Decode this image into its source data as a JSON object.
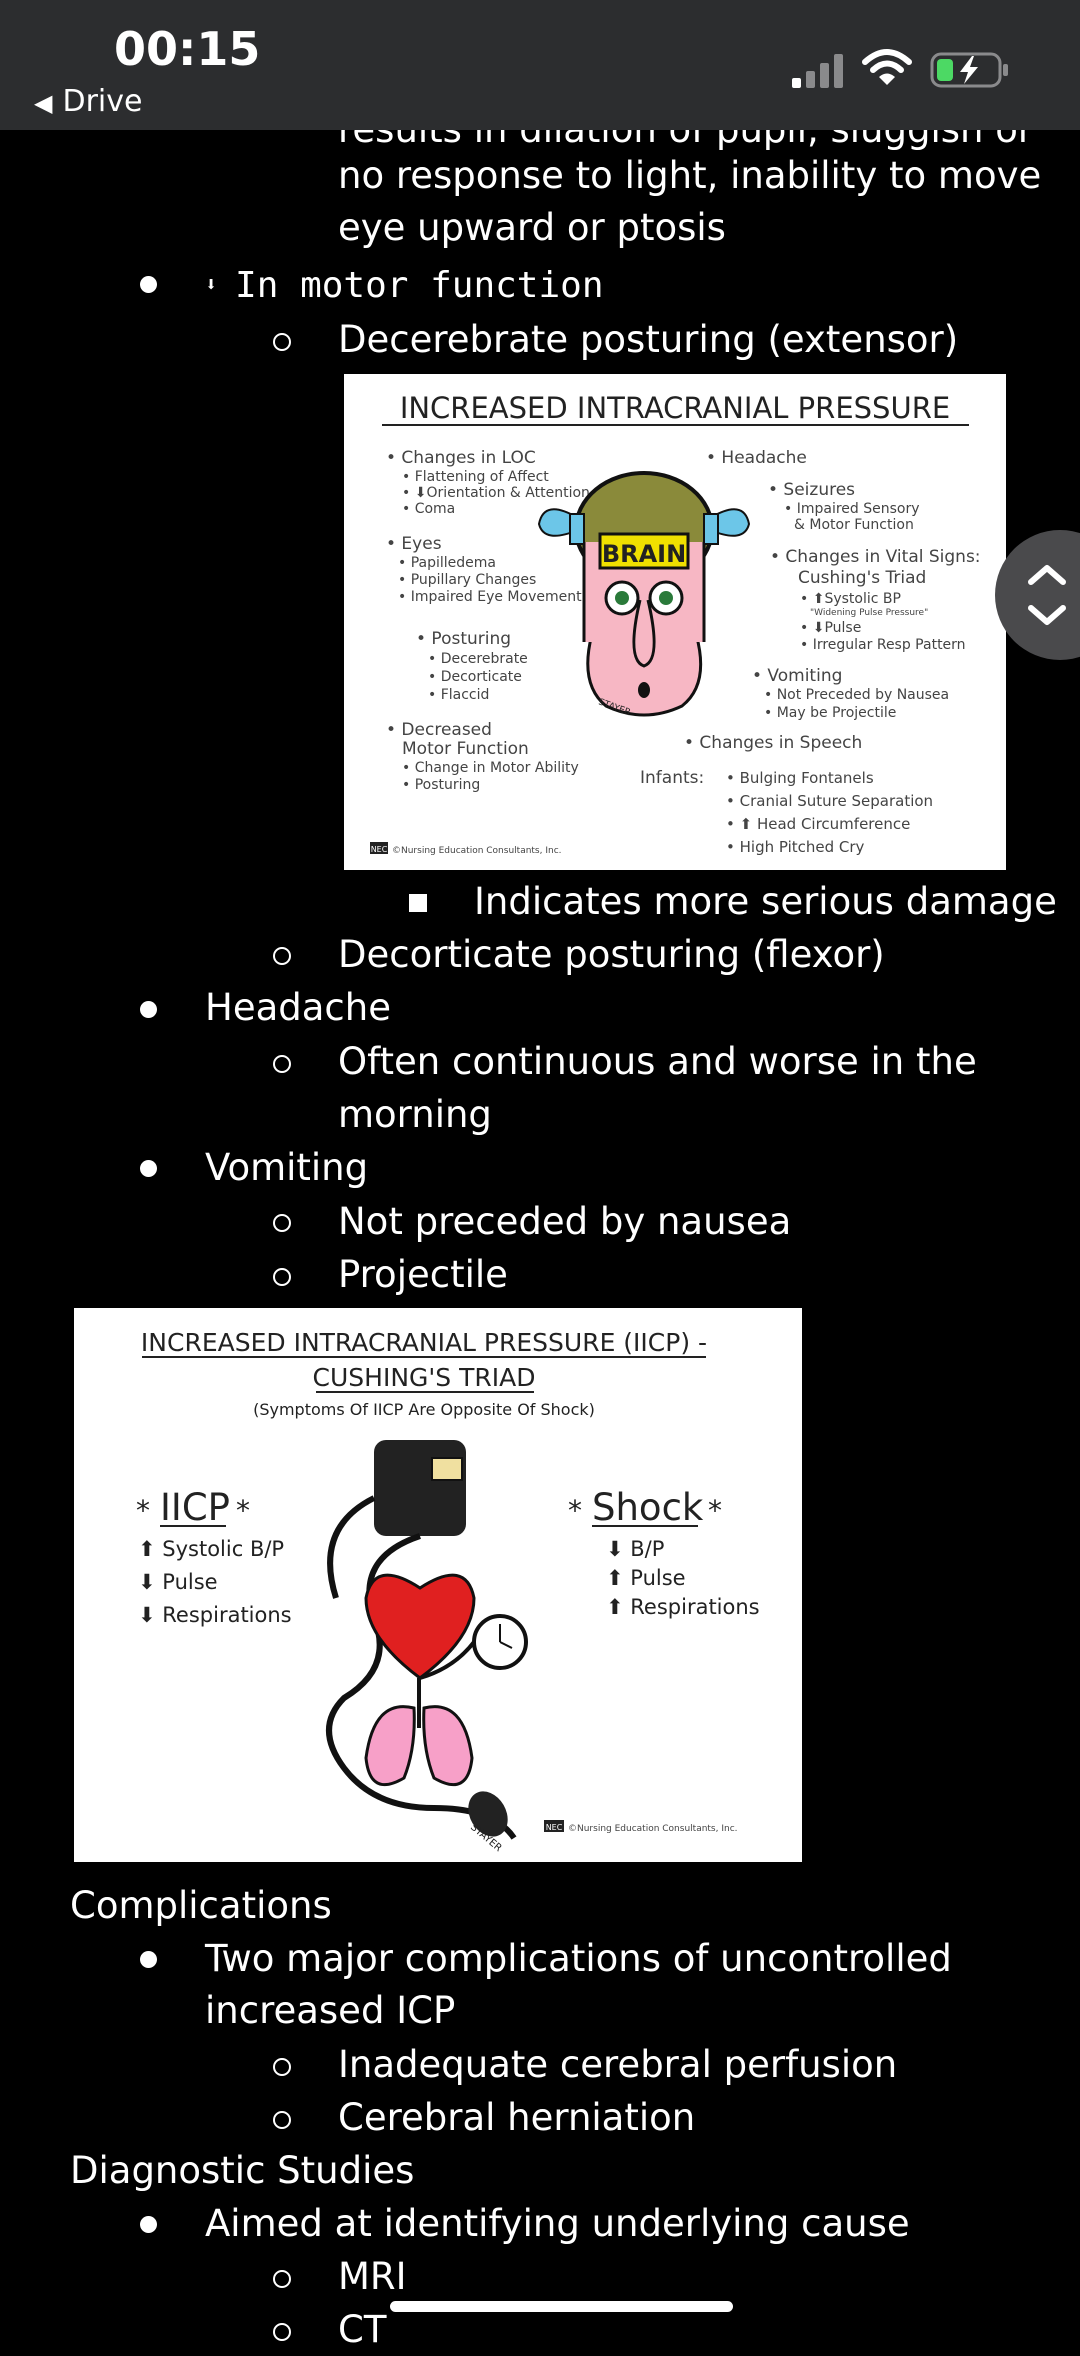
{
  "status_bar": {
    "time": "00:15",
    "back_label": "Drive"
  },
  "doc": {
    "cut_line": "results in dilation of pupil, sluggish or",
    "l1": "no response to light, inability to move",
    "l2": "eye upward or ptosis",
    "l3_arrow": "⬇",
    "l3": "In motor function",
    "l4": "Decerebrate posturing (extensor)",
    "l5": "Indicates more serious damage",
    "l6": "Decorticate posturing (flexor)",
    "l7": "Headache",
    "l8": "Often continuous and worse in the",
    "l9": "morning",
    "l10": "Vomiting",
    "l11": "Not preceded by nausea",
    "l12": "Projectile",
    "l13": "Complications",
    "l14": "Two major complications of uncontrolled",
    "l15": "increased ICP",
    "l16": "Inadequate cerebral perfusion",
    "l17": "Cerebral herniation",
    "l18": "Diagnostic Studies",
    "l19": "Aimed at identifying underlying cause",
    "l20": "MRI",
    "l21": "CT"
  },
  "figure1": {
    "title": "INCREASED INTRACRANIAL PRESSURE",
    "loc": "• Changes in LOC",
    "loc1": "• Flattening of Affect",
    "loc2": "• ⬇Orientation & Attention",
    "loc3": "• Coma",
    "eyes": "• Eyes",
    "eyes1": "• Papilledema",
    "eyes2": "• Pupillary Changes",
    "eyes3": "• Impaired Eye Movement",
    "post": "• Posturing",
    "post1": "• Decerebrate",
    "post2": "• Decorticate",
    "post3": "• Flaccid",
    "motor": "• Decreased",
    "motor_b": "Motor Function",
    "motor1": "• Change in Motor Ability",
    "motor2": "• Posturing",
    "headache": "• Headache",
    "seiz": "• Seizures",
    "seiz1": "• Impaired Sensory",
    "seiz2": "& Motor Function",
    "vital": "• Changes in Vital Signs:",
    "vital_b": "Cushing's Triad",
    "vital1": "• ⬆Systolic BP",
    "vital1b": "\"Widening Pulse Pressure\"",
    "vital2": "• ⬇Pulse",
    "vital3": "• Irregular Resp Pattern",
    "vom": "• Vomiting",
    "vom1": "• Not Preceded by Nausea",
    "vom2": "• May be Projectile",
    "speech": "• Changes in Speech",
    "inf": "Infants:",
    "inf1": "• Bulging Fontanels",
    "inf2": "• Cranial Suture Separation",
    "inf3": "• ⬆ Head Circumference",
    "inf4": "• High Pitched Cry",
    "brain": "BRAIN",
    "credit": "©Nursing Education Consultants, Inc.",
    "logo": "NEC",
    "sig": "STAYER"
  },
  "figure2": {
    "title1": "INCREASED INTRACRANIAL PRESSURE (IICP) -",
    "title2": "CUSHING'S TRIAD",
    "subtitle": "(Symptoms Of IICP Are Opposite Of Shock)",
    "left_head": "IICP",
    "left1": "⬆ Systolic B/P",
    "left2": "⬇ Pulse",
    "left3": "⬇ Respirations",
    "right_head": "Shock",
    "right1": "⬇ B/P",
    "right2": "⬆ Pulse",
    "right3": "⬆ Respirations",
    "star": "*",
    "credit": "©Nursing Education Consultants, Inc.",
    "logo": "NEC",
    "sig": "STAYER"
  }
}
